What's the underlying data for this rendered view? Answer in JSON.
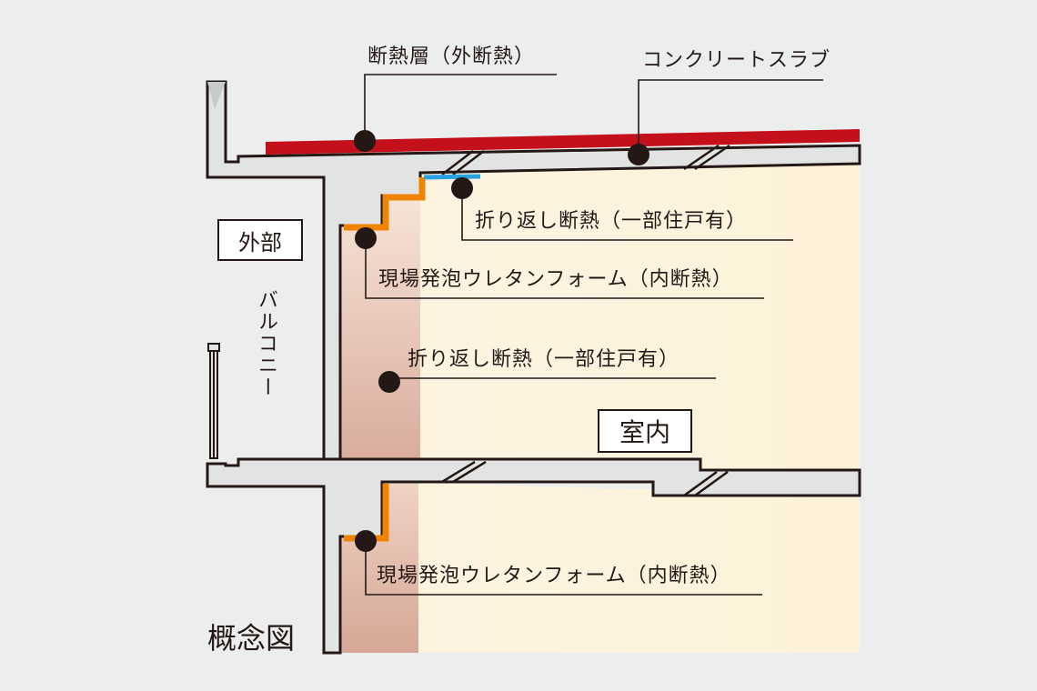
{
  "labels": {
    "exterior_insulation": "断熱層（外断熱）",
    "concrete_slab": "コンクリートスラブ",
    "foldback_insulation_upper": "折り返し断熱（一部住戸有）",
    "urethane_foam_upper": "現場発泡ウレタンフォーム（内断熱）",
    "foldback_insulation_middle": "折り返し断熱（一部住戸有）",
    "urethane_foam_lower": "現場発泡ウレタンフォーム（内断熱）",
    "exterior": "外部",
    "balcony": "バルコニー",
    "interior": "室内",
    "caption": "概念図"
  },
  "colors": {
    "background": "#eceeee",
    "concrete": "#e2e4e3",
    "outline": "#231815",
    "exterior_insulation": "#c4101b",
    "urethane_foam": "#f08300",
    "foldback_insulation": "#2aa2de",
    "interior_light": "#fdf3df",
    "interior_warm": "#dcb0a2"
  }
}
